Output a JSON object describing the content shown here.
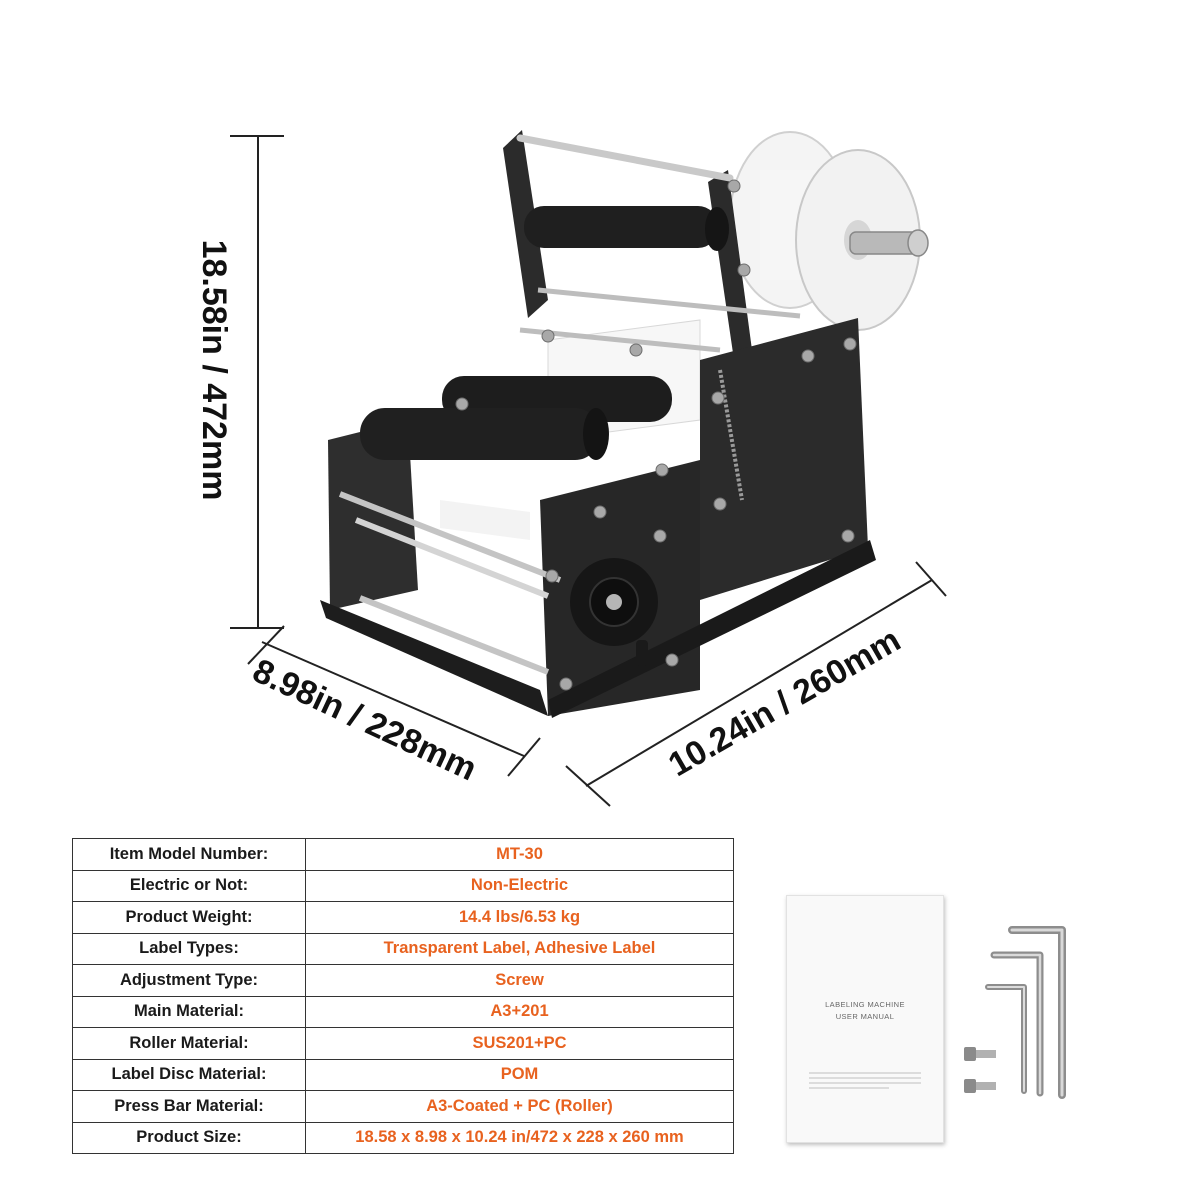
{
  "dimensions": {
    "height": "18.58in / 472mm",
    "depth": "8.98in / 228mm",
    "width": "10.24in / 260mm"
  },
  "specs": [
    {
      "label": "Item Model Number:",
      "value": "MT-30"
    },
    {
      "label": "Electric or Not:",
      "value": "Non-Electric"
    },
    {
      "label": "Product Weight:",
      "value": "14.4 lbs/6.53 kg"
    },
    {
      "label": "Label Types:",
      "value": "Transparent Label, Adhesive Label"
    },
    {
      "label": "Adjustment Type:",
      "value": "Screw"
    },
    {
      "label": "Main Material:",
      "value": "A3+201"
    },
    {
      "label": "Roller Material:",
      "value": "SUS201+PC"
    },
    {
      "label": "Label Disc Material:",
      "value": "POM"
    },
    {
      "label": "Press Bar Material:",
      "value": "A3-Coated + PC (Roller)"
    },
    {
      "label": "Product Size:",
      "value": "18.58 x 8.98 x 10.24 in/472 x 228 x 260 mm"
    }
  ],
  "manual": {
    "line1": "LABELING MACHINE",
    "line2": "USER MANUAL"
  },
  "colors": {
    "value_text": "#e8621f",
    "machine_body": "#2b2b2b",
    "roller": "#1f1f1f",
    "label_disc": "#f2f2f2"
  }
}
